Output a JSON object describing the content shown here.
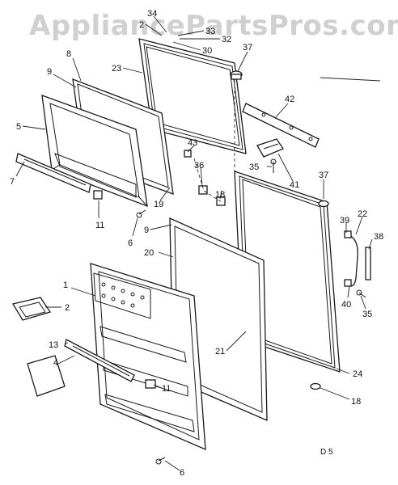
{
  "watermark": "AppliancePartsPros.com",
  "diagram_code": "D 5",
  "callouts": [
    {
      "id": "c34",
      "text": "34"
    },
    {
      "id": "c2a",
      "text": "2"
    },
    {
      "id": "c33",
      "text": "33"
    },
    {
      "id": "c32",
      "text": "32"
    },
    {
      "id": "c30",
      "text": "30"
    },
    {
      "id": "c37a",
      "text": "37"
    },
    {
      "id": "c8",
      "text": "8"
    },
    {
      "id": "c23",
      "text": "23"
    },
    {
      "id": "c9a",
      "text": "9"
    },
    {
      "id": "c42",
      "text": "42"
    },
    {
      "id": "c5",
      "text": "5"
    },
    {
      "id": "c43",
      "text": "43"
    },
    {
      "id": "c36",
      "text": "36"
    },
    {
      "id": "c18a",
      "text": "18"
    },
    {
      "id": "c35a",
      "text": "35"
    },
    {
      "id": "c41",
      "text": "41"
    },
    {
      "id": "c7",
      "text": "7"
    },
    {
      "id": "c37b",
      "text": "37"
    },
    {
      "id": "c19",
      "text": "19"
    },
    {
      "id": "c11a",
      "text": "11"
    },
    {
      "id": "c9b",
      "text": "9"
    },
    {
      "id": "c6a",
      "text": "6"
    },
    {
      "id": "c39",
      "text": "39"
    },
    {
      "id": "c22",
      "text": "22"
    },
    {
      "id": "c38",
      "text": "38"
    },
    {
      "id": "c20",
      "text": "20"
    },
    {
      "id": "c1",
      "text": "1"
    },
    {
      "id": "c2b",
      "text": "2"
    },
    {
      "id": "c40",
      "text": "40"
    },
    {
      "id": "c35b",
      "text": "35"
    },
    {
      "id": "c13",
      "text": "13"
    },
    {
      "id": "c21",
      "text": "21"
    },
    {
      "id": "c4",
      "text": "4"
    },
    {
      "id": "c11b",
      "text": "11"
    },
    {
      "id": "c24",
      "text": "24"
    },
    {
      "id": "c18b",
      "text": "18"
    },
    {
      "id": "c6b",
      "text": "6"
    }
  ]
}
